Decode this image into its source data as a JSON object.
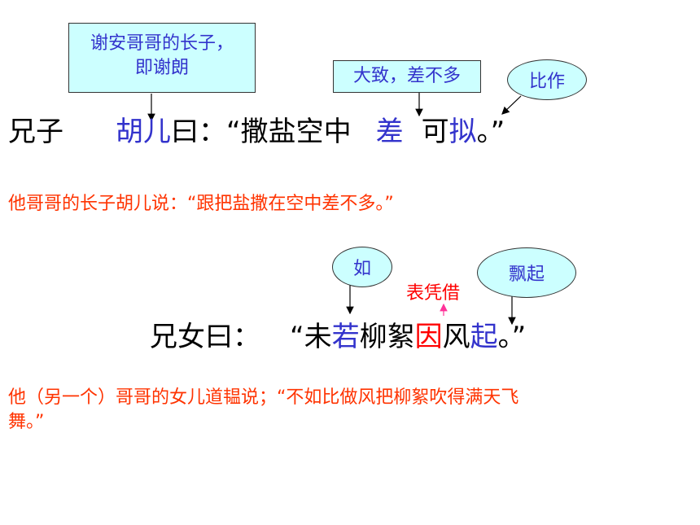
{
  "annotations": {
    "xie_an_box": {
      "line1": "谢安哥哥的长子，",
      "line2": "即谢朗"
    },
    "dazhi_box": "大致，差不多",
    "bizuo_oval": "比作",
    "ru_oval": "如",
    "biaopingjie": "表凭借",
    "piaoqi_oval": "飘起"
  },
  "sentence1": {
    "p1": "兄子",
    "p2": "胡儿",
    "p3": "曰：“撒盐空中",
    "p4": "差",
    "p5": "可",
    "p6": "拟",
    "p7": "。”"
  },
  "translation1": "他哥哥的长子胡儿说：“跟把盐撒在空中差不多。”",
  "sentence2": {
    "p1": "兄女曰：",
    "p2": "“未",
    "p3": "若",
    "p4": "柳絮",
    "p5": "因",
    "p6": "风",
    "p7": "起",
    "p8": "。”"
  },
  "translation2": {
    "line1": "他（另一个）哥哥的女儿道韫说；“不如比做风把柳絮吹得满天飞",
    "line2": "舞。”"
  }
}
